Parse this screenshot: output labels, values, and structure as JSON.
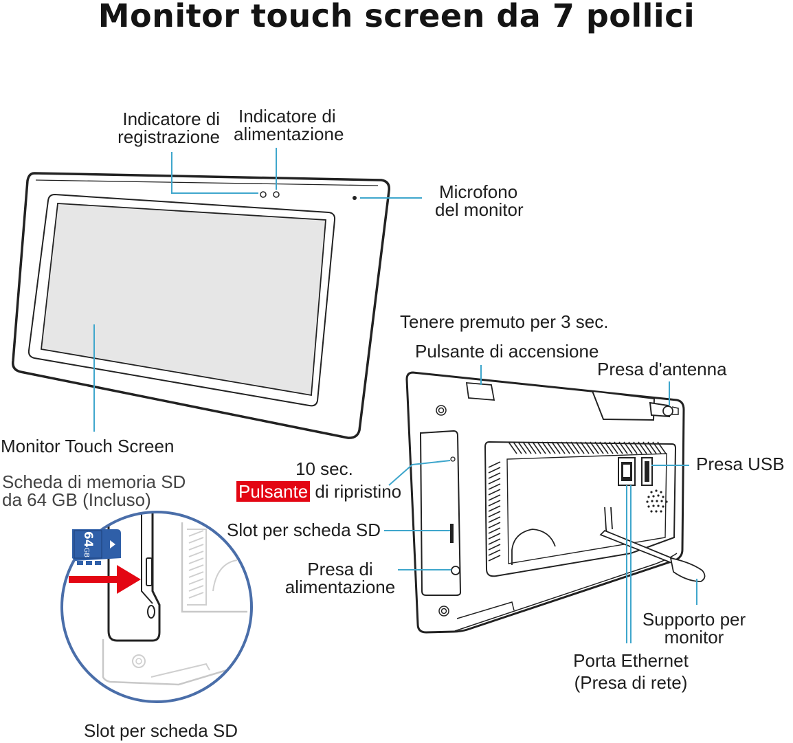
{
  "title": "Monitor touch screen da 7 pollici",
  "labels": {
    "indicatore_registrazione": [
      "Indicatore di",
      "registrazione"
    ],
    "indicatore_alimentazione": [
      "Indicatore di",
      "alimentazione"
    ],
    "microfono": [
      "Microfono",
      "del monitor"
    ],
    "touch_screen": "Monitor Touch Screen",
    "scheda_sd": [
      "Scheda di memoria SD",
      "da 64 GB (Incluso)"
    ],
    "tenere_premuto": "Tenere premuto per 3 sec.",
    "pulsante_accensione": "Pulsante di accensione",
    "presa_antenna": "Presa d'antenna",
    "presa_usb": "Presa USB",
    "reset_time": "10 sec.",
    "pulsante_ripristino": {
      "highlight": "Pulsante",
      "rest": " di ripristino"
    },
    "slot_sd_right": "Slot per scheda SD",
    "presa_alimentazione": [
      "Presa di",
      "alimentazione"
    ],
    "supporto": [
      "Supporto per",
      "monitor"
    ],
    "ethernet": [
      "Porta Ethernet",
      "(Presa di rete)"
    ],
    "slot_sd_bottom": "Slot per scheda SD"
  },
  "sd_card": {
    "capacity": "64",
    "unit": "GB"
  },
  "colors": {
    "leader": "#3ea6cc",
    "arrow": "#e30613",
    "circle": "#4a6ea9",
    "card": "#2f5fa8",
    "outline": "#222222",
    "screen": "#e6e6e6"
  }
}
